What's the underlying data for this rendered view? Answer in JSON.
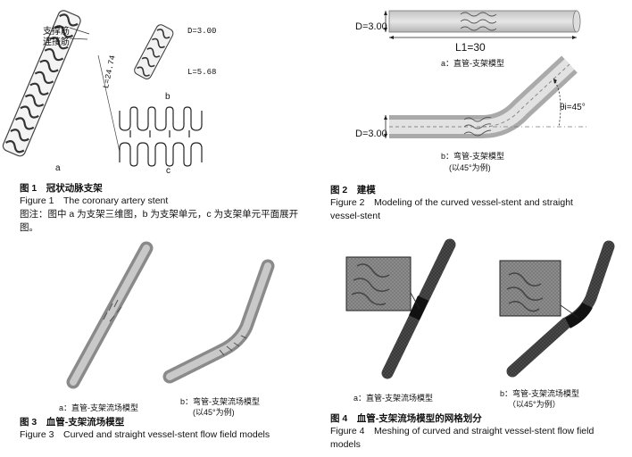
{
  "fig1": {
    "annot_support": "支撑筋",
    "annot_link": "连接筋",
    "length_label": "L=24.74",
    "diam_label": "D=3.00",
    "unit_len_label": "L=5.68",
    "panel_a": "a",
    "panel_b": "b",
    "panel_c": "c",
    "caption_title": "图 1　冠状动脉支架",
    "caption_en": "Figure 1　The coronary artery stent",
    "caption_note": "图注：图中 a 为支架三维图，b 为支架单元，c 为支架单元平面展开图。"
  },
  "fig2": {
    "d_label_a": "D=3.00",
    "l_label": "L1=30",
    "sub_a": "a：直管-支架模型",
    "d_label_b": "D=3.00",
    "theta_label": "θi=45°",
    "sub_b_line1": "b：弯管-支架模型",
    "sub_b_line2": "(以45°为例)",
    "caption_title": "图 2　建模",
    "caption_en": "Figure 2　Modeling of the curved vessel-stent and straight vessel-stent"
  },
  "fig3": {
    "sub_a": "a：直管-支架流场模型",
    "sub_b_line1": "b：弯管-支架流场模型",
    "sub_b_line2": "(以45°为例)",
    "caption_title": "图 3　血管-支架流场模型",
    "caption_en": "Figure 3　Curved and straight vessel-stent flow field models"
  },
  "fig4": {
    "sub_a": "a：直管-支架流场模型",
    "sub_b_line1": "b：弯管-支架流场模型",
    "sub_b_line2": "（以45°为例）",
    "caption_title": "图 4　血管-支架流场模型的网格划分",
    "caption_en": "Figure 4　Meshing of curved and straight vessel-stent flow field models"
  }
}
